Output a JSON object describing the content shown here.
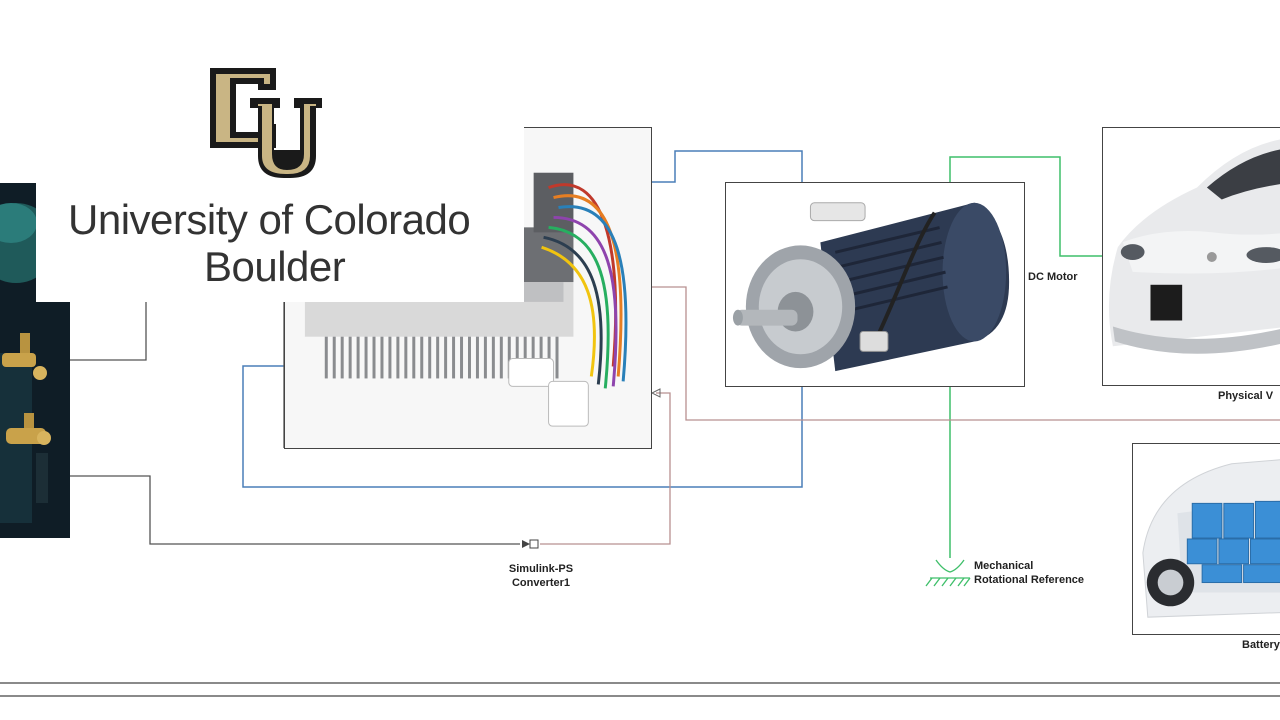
{
  "brand": {
    "name_line1": "University of Colorado",
    "name_line2": "Boulder",
    "logo_icon": "cu-buffalo-logo-icon",
    "logo_gold": "#c9b584",
    "logo_black": "#1a1a1a"
  },
  "diagram": {
    "blocks": {
      "dc_motor": {
        "label": "DC Motor",
        "image_icon": "dc-motor-photo-icon"
      },
      "physical_vehicle": {
        "label": "Physical V",
        "image_icon": "electric-car-photo-icon"
      },
      "battery": {
        "label": "Battery",
        "image_icon": "ev-battery-pack-photo-icon"
      },
      "controller": {
        "image_icon": "motor-controller-heatsink-photo-icon"
      },
      "power_source": {
        "image_icon": "hydrogen-valve-photo-icon"
      }
    },
    "converter": {
      "line1": "Simulink-PS",
      "line2": "Converter1"
    },
    "reference": {
      "line1": "Mechanical",
      "line2": "Rotational Reference"
    },
    "wire_colors": {
      "electrical": "#4a7fb8",
      "mechanical": "#3fbf6a",
      "signal": "#555555",
      "physical": "#b89090"
    }
  }
}
